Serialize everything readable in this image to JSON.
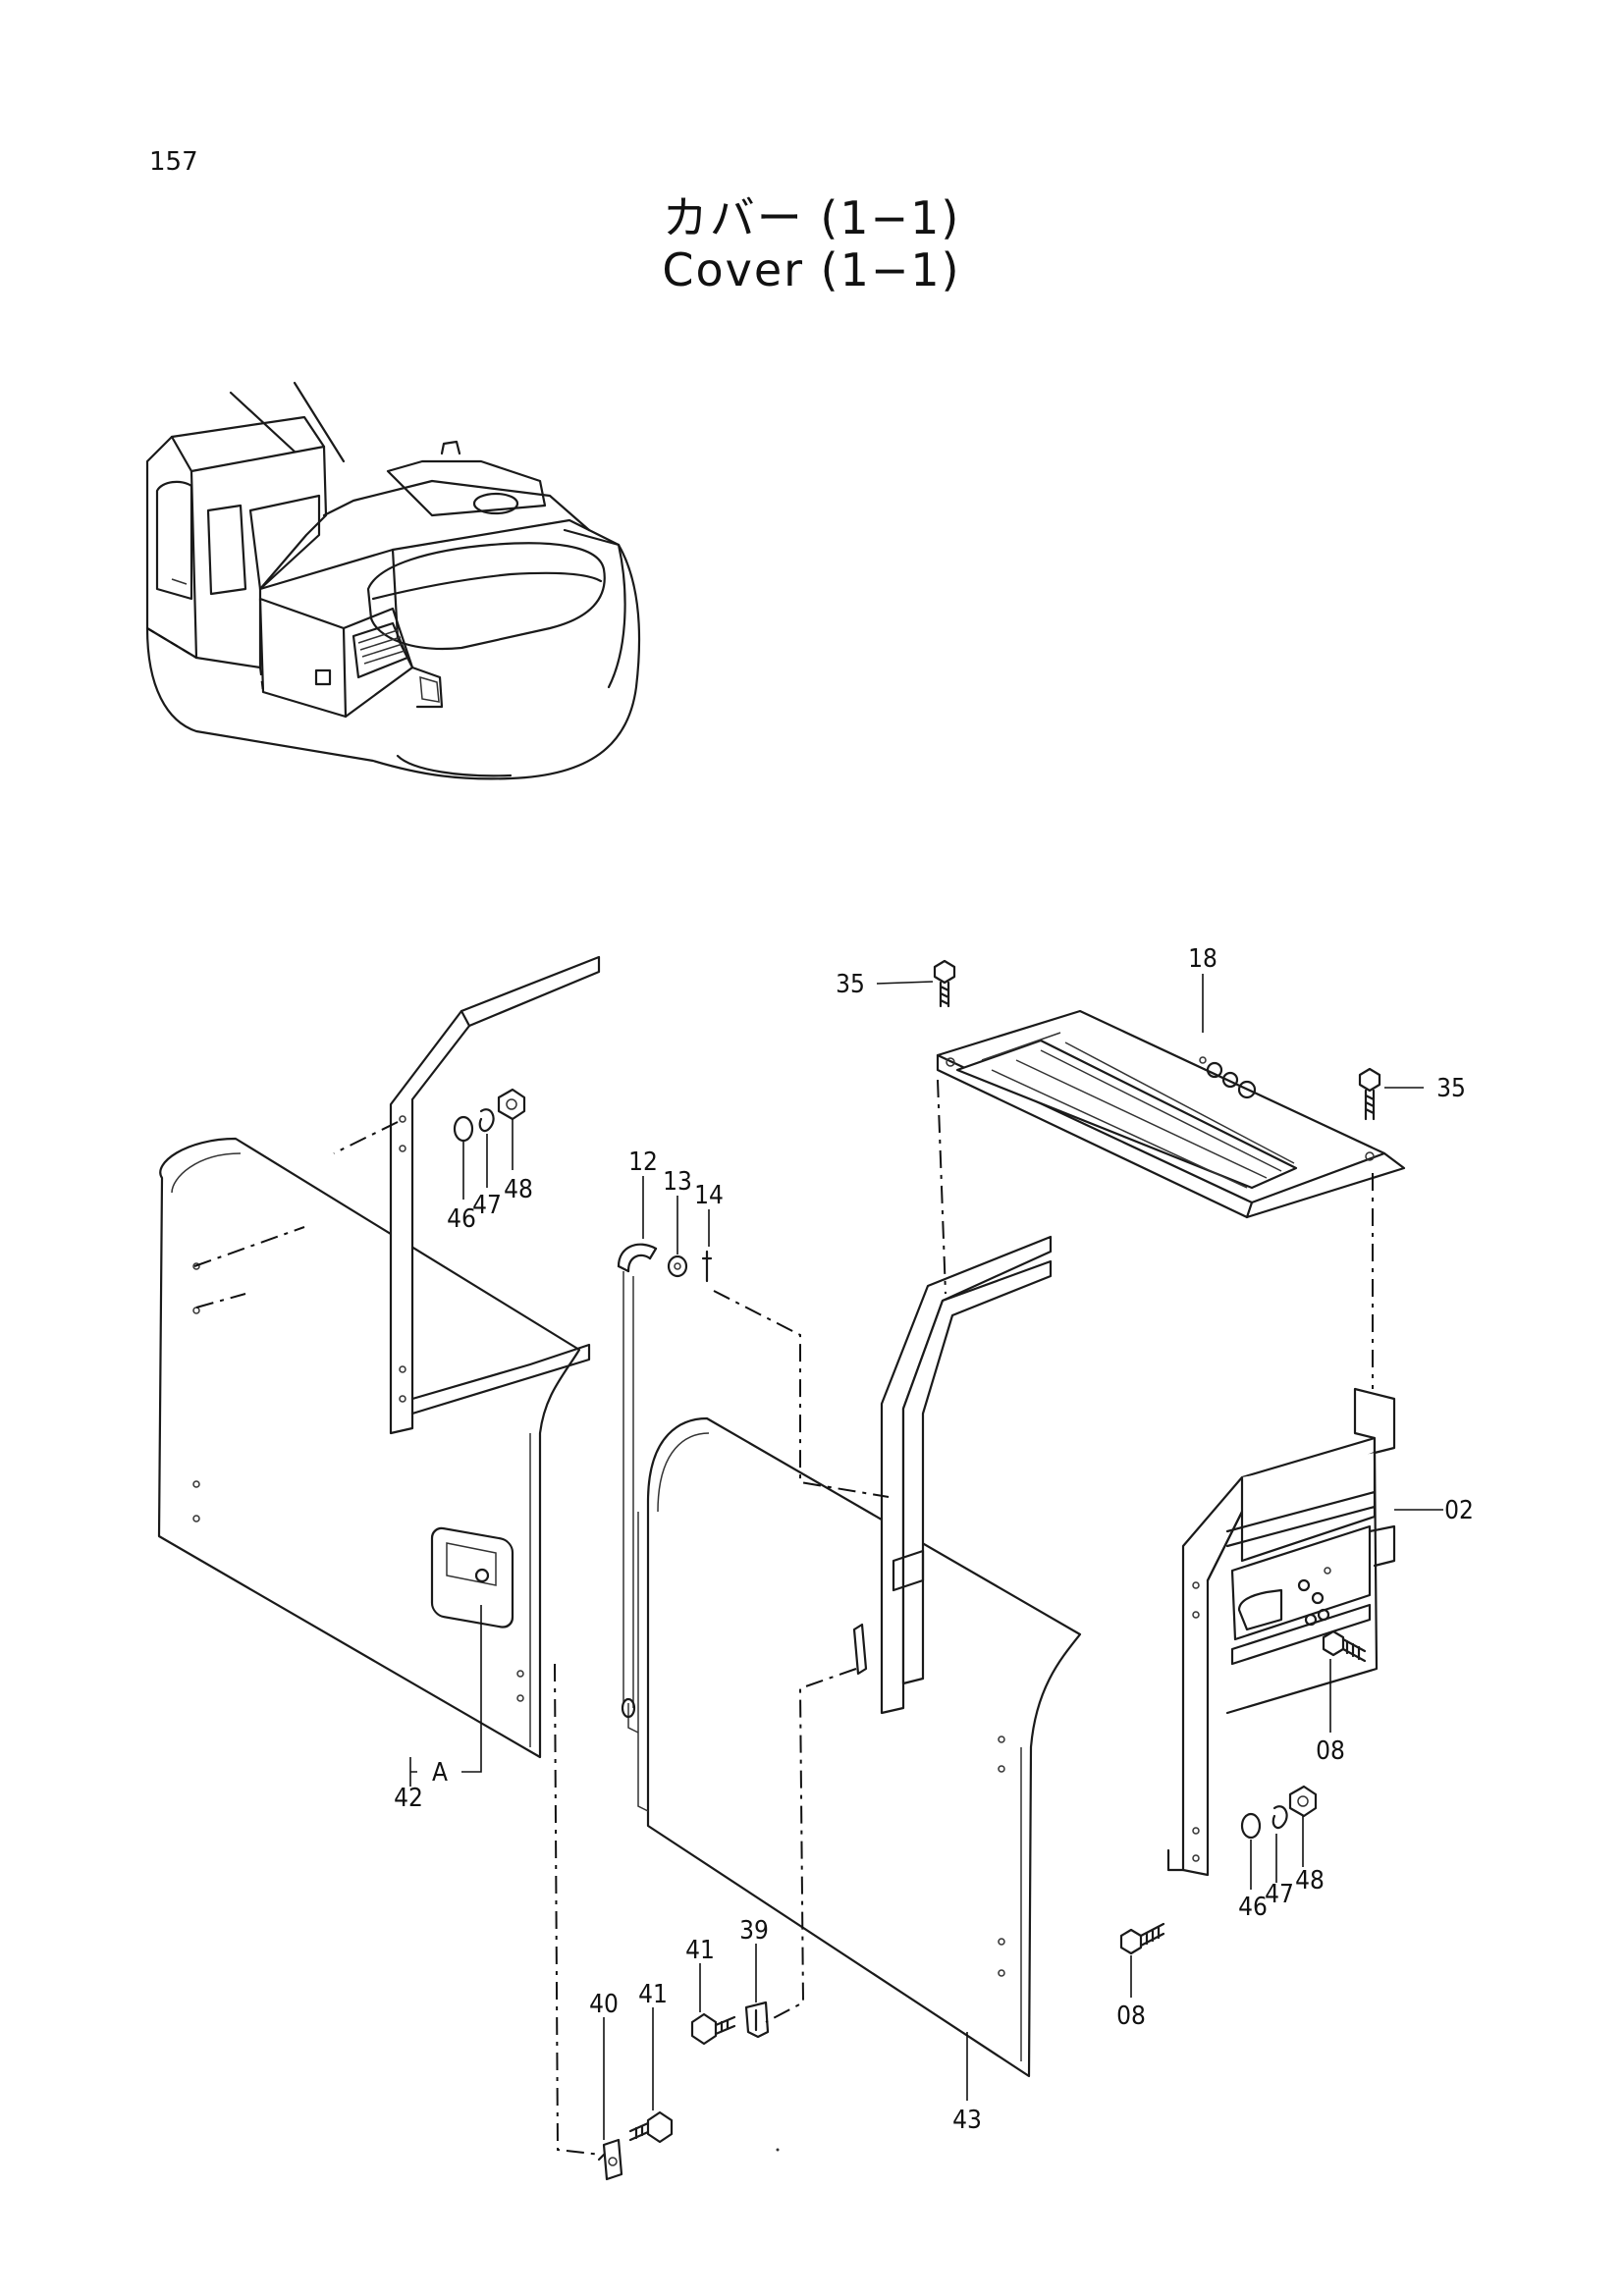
{
  "page_number": "157",
  "title_jp": "カバー (1−1)",
  "title_en": "Cover (1−1)",
  "callouts": {
    "p35a": "35",
    "p18": "18",
    "p35b": "35",
    "p12": "12",
    "p13": "13",
    "p14": "14",
    "p46a": "46",
    "p47a": "47",
    "p48a": "48",
    "p02": "02",
    "p08a": "08",
    "p42": "42",
    "pA": "A",
    "p46b": "46",
    "p47b": "47",
    "p48b": "48",
    "p08b": "08",
    "p40": "40",
    "p41a": "41",
    "p41b": "41",
    "p39": "39",
    "p43": "43"
  }
}
